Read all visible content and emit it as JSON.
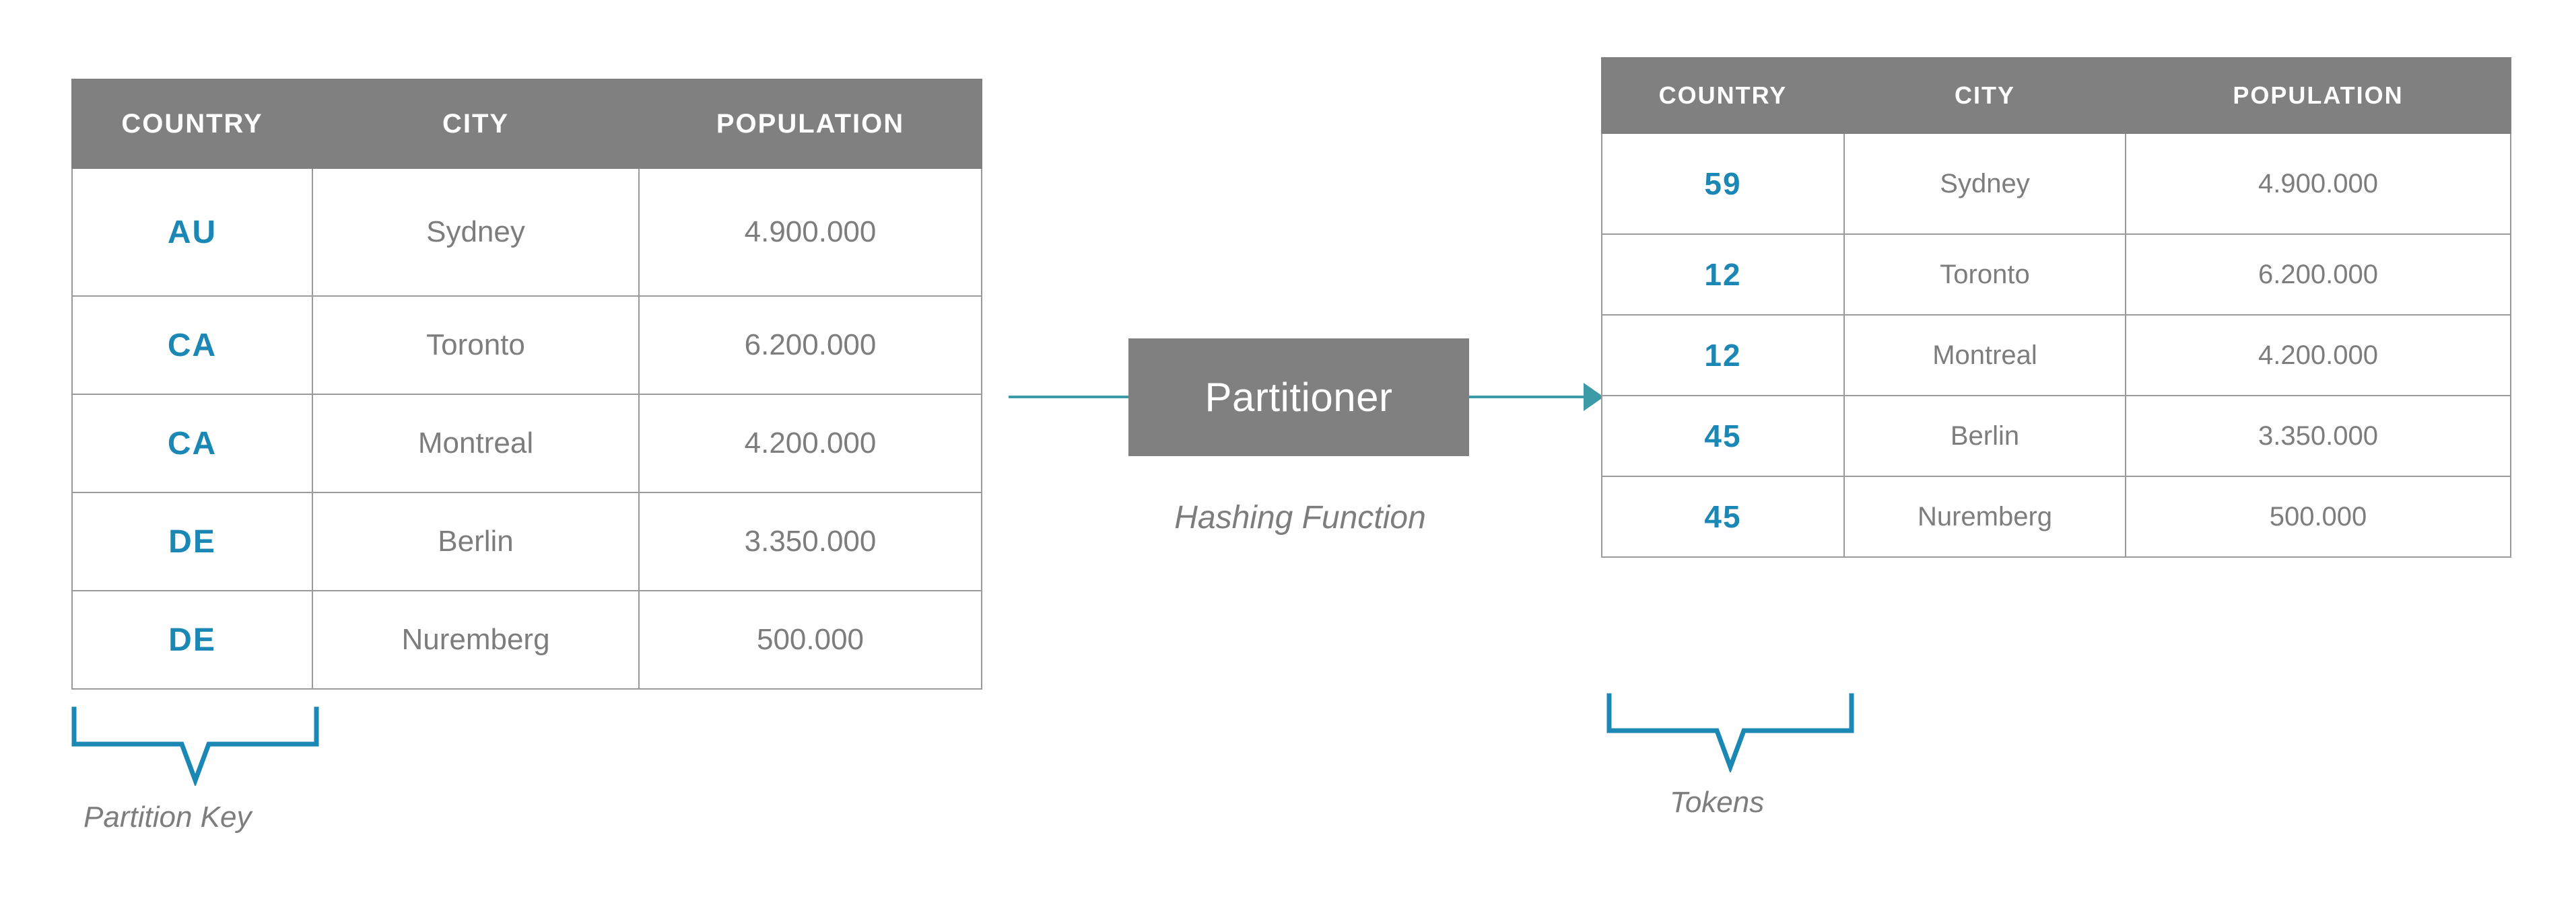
{
  "diagram": {
    "title": "Partitioner hashing of partition key to token",
    "accent_blue": "#1b87b4",
    "accent_teal": "#3d9aa7",
    "header_gray": "#808080",
    "text_gray": "#7d7d7d",
    "border_gray": "#9a9a9a"
  },
  "left_table": {
    "name": "partition-key-table",
    "columns": [
      "COUNTRY",
      "CITY",
      "POPULATION"
    ],
    "rows": [
      {
        "key": "AU",
        "city": "Sydney",
        "population": "4.900.000"
      },
      {
        "key": "CA",
        "city": "Toronto",
        "population": "6.200.000"
      },
      {
        "key": "CA",
        "city": "Montreal",
        "population": "4.200.000"
      },
      {
        "key": "DE",
        "city": "Berlin",
        "population": "3.350.000"
      },
      {
        "key": "DE",
        "city": "Nuremberg",
        "population": "500.000"
      }
    ],
    "brace_label": "Partition Key"
  },
  "right_table": {
    "name": "token-table",
    "columns": [
      "COUNTRY",
      "CITY",
      "POPULATION"
    ],
    "rows": [
      {
        "key": "59",
        "city": "Sydney",
        "population": "4.900.000"
      },
      {
        "key": "12",
        "city": "Toronto",
        "population": "6.200.000"
      },
      {
        "key": "12",
        "city": "Montreal",
        "population": "4.200.000"
      },
      {
        "key": "45",
        "city": "Berlin",
        "population": "3.350.000"
      },
      {
        "key": "45",
        "city": "Nuremberg",
        "population": "500.000"
      }
    ],
    "brace_label": "Tokens"
  },
  "partitioner": {
    "box_label": "Partitioner",
    "caption": "Hashing Function",
    "arrow_in_icon": "arrow-line-icon",
    "arrow_out_icon": "arrow-right-icon"
  }
}
